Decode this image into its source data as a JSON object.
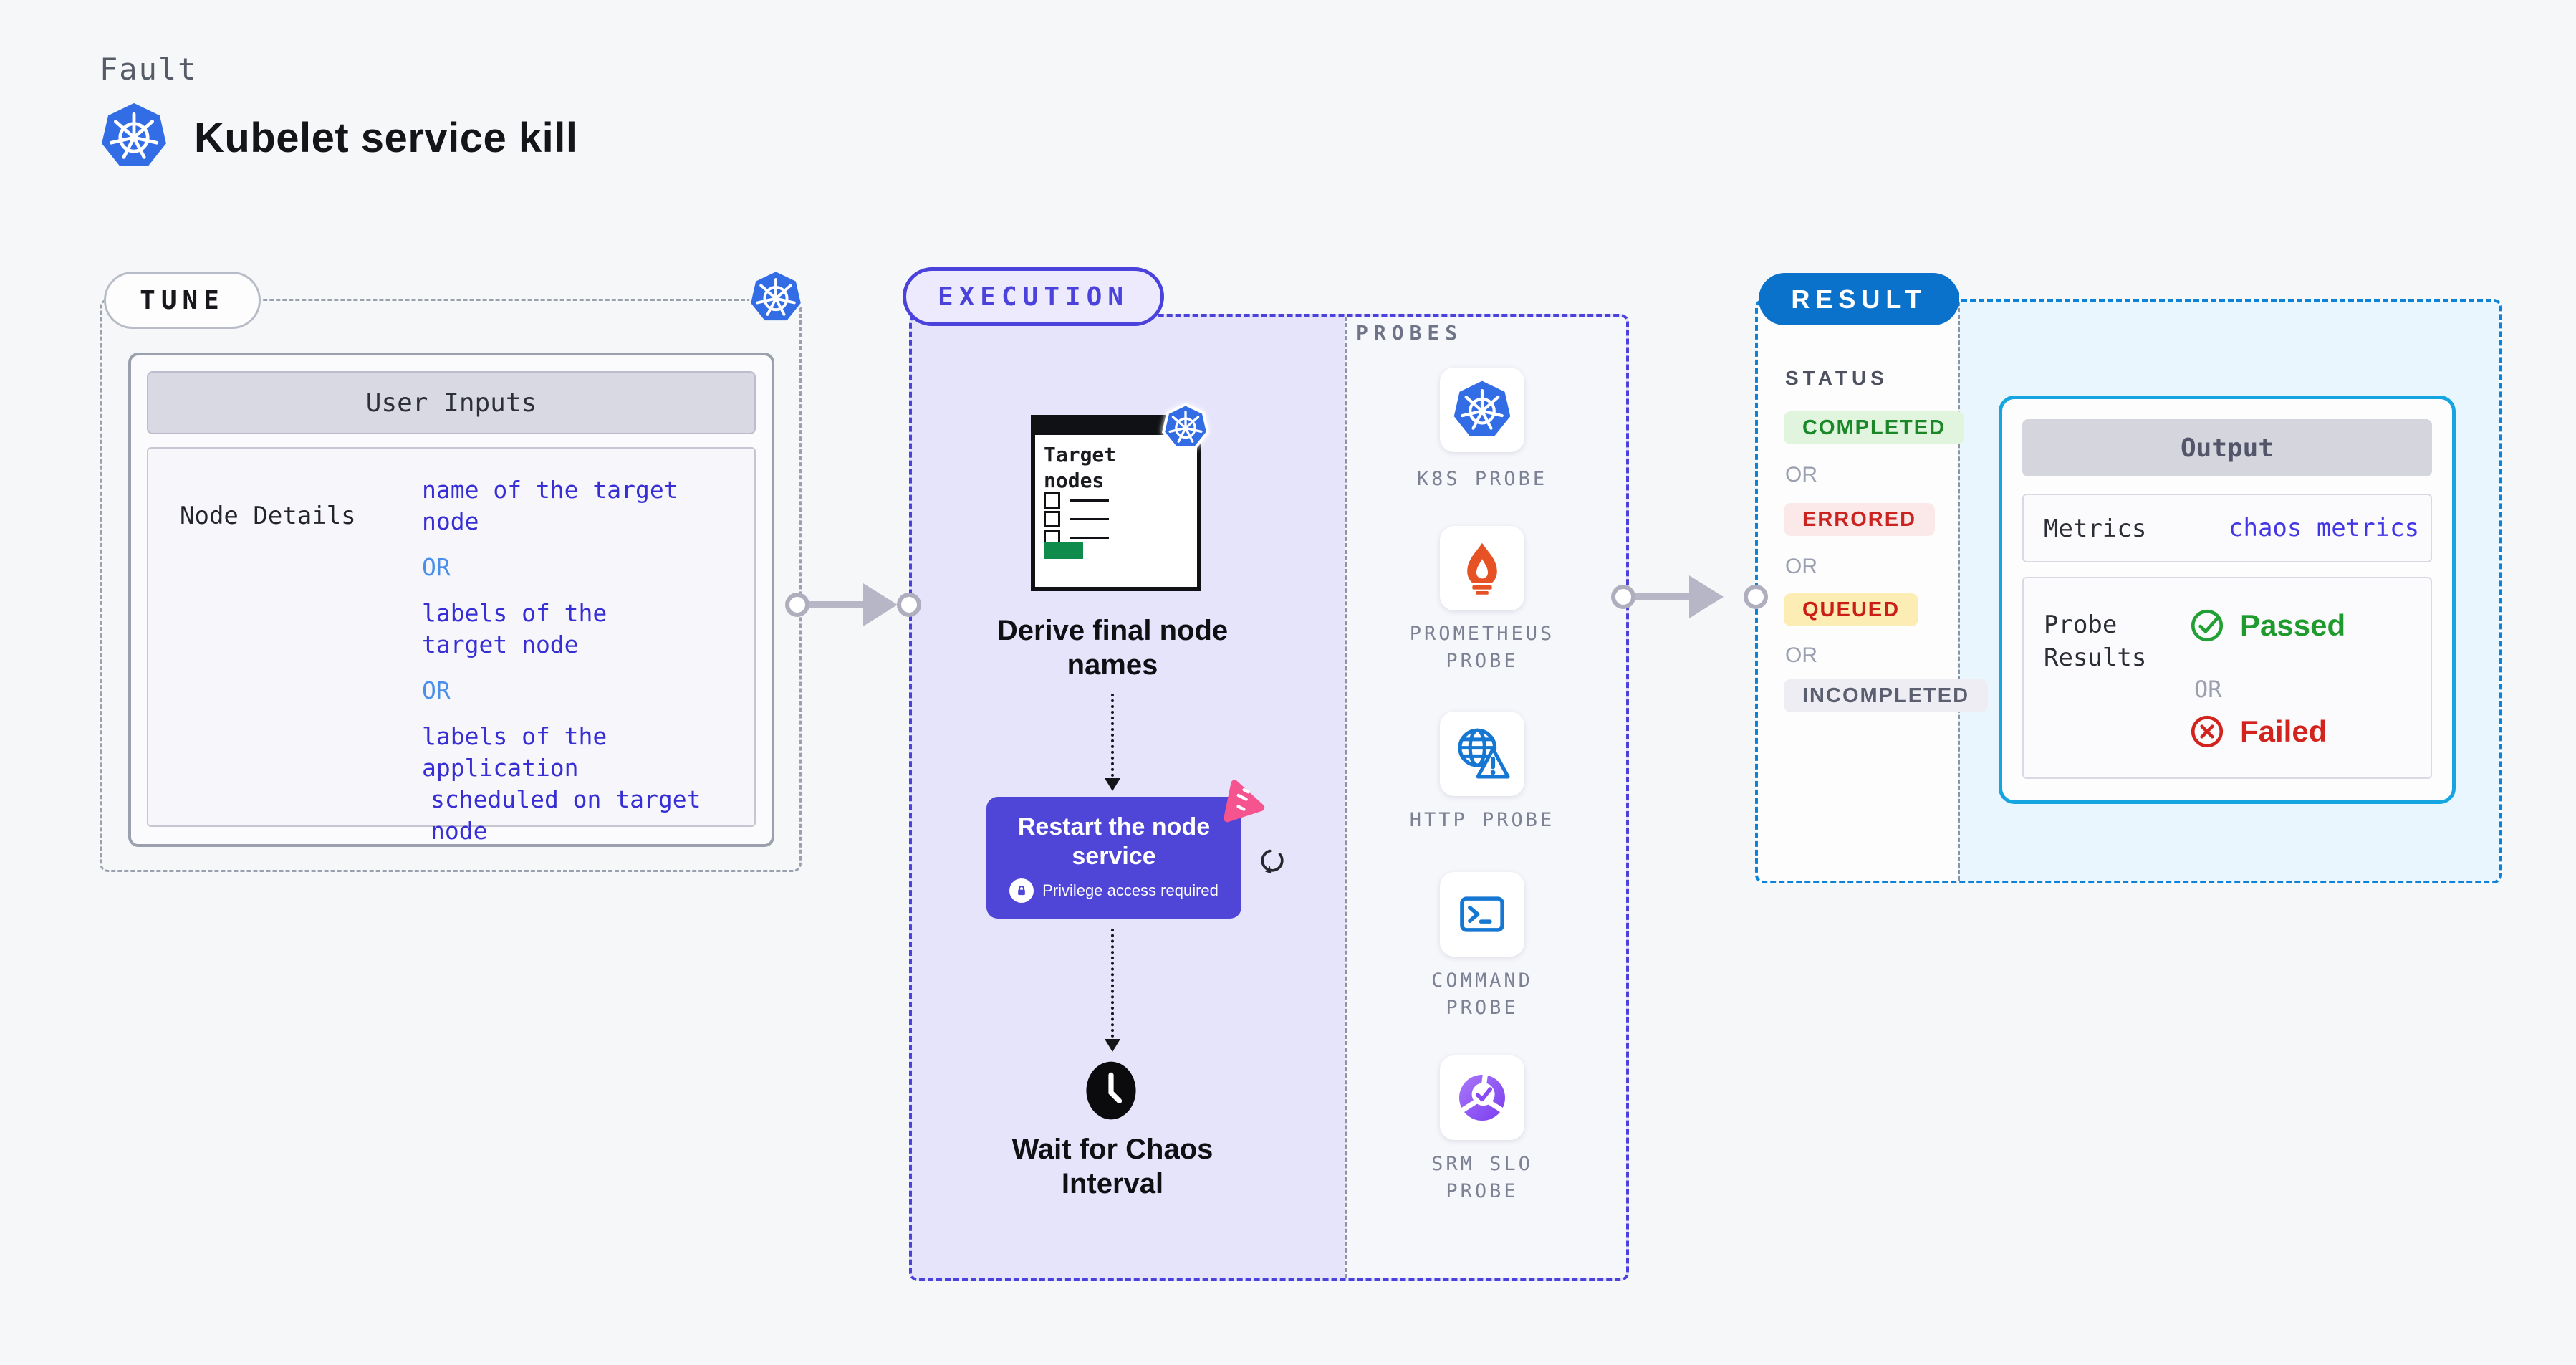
{
  "header": {
    "eyebrow": "Fault",
    "title": "Kubelet service kill"
  },
  "tune": {
    "pill": "TUNE",
    "card_title": "User Inputs",
    "row_label": "Node Details",
    "or": "OR",
    "value1_line1": "name of the target",
    "value1_line2": "node",
    "value2_line1": "labels of the",
    "value2_line2": "target node",
    "value3_line1": "labels of the application",
    "value3_line2": "scheduled on target node"
  },
  "execution": {
    "pill": "EXECUTION",
    "clipboard_title_line1": "Target",
    "clipboard_title_line2": "nodes",
    "step_derive_line1": "Derive final node",
    "step_derive_line2": "names",
    "step_restart_line1": "Restart the node",
    "step_restart_line2": "service",
    "restart_note": "Privilege access required",
    "step_wait_line1": "Wait for Chaos",
    "step_wait_line2": "Interval",
    "probes_title": "PROBES",
    "probes": [
      {
        "label": "K8S PROBE",
        "icon": "kubernetes-icon"
      },
      {
        "label": "PROMETHEUS PROBE",
        "icon": "prometheus-icon"
      },
      {
        "label": "HTTP PROBE",
        "icon": "http-globe-warning-icon"
      },
      {
        "label": "COMMAND PROBE",
        "icon": "terminal-icon"
      },
      {
        "label": "SRM SLO PROBE",
        "icon": "slo-pie-check-icon"
      }
    ]
  },
  "result": {
    "pill": "RESULT",
    "status_title": "STATUS",
    "or": "OR",
    "statuses": [
      {
        "label": "COMPLETED",
        "text_color": "#1b8728",
        "bg_color": "#e0f4de"
      },
      {
        "label": "ERRORED",
        "text_color": "#cb2420",
        "bg_color": "#fbe9e9"
      },
      {
        "label": "QUEUED",
        "text_color": "#cb1f16",
        "bg_color": "#fcedb4"
      },
      {
        "label": "INCOMPLETED",
        "text_color": "#5b5f70",
        "bg_color": "#ededf3"
      }
    ],
    "output": {
      "title": "Output",
      "metrics_label": "Metrics",
      "metrics_value": "chaos metrics",
      "probe_results_label_line1": "Probe",
      "probe_results_label_line2": "Results",
      "passed": "Passed",
      "or": "OR",
      "failed": "Failed"
    }
  },
  "colors": {
    "kubernetes_blue": "#326de6",
    "prometheus_orange": "#e75225",
    "probe_icon_blue": "#1577d2",
    "srm_purple": "#8a4bf4",
    "restart_card_purple": "#4f45d6",
    "chaos_pink": "#f5548e",
    "execution_accent": "#4a42da",
    "result_accent": "#0b72cb",
    "output_border_cyan": "#15a5e0",
    "passed_green": "#1f9b2d",
    "failed_red": "#d2231c",
    "value_text_blue": "#372fd4",
    "or_text_blue": "#4a8fe8"
  }
}
